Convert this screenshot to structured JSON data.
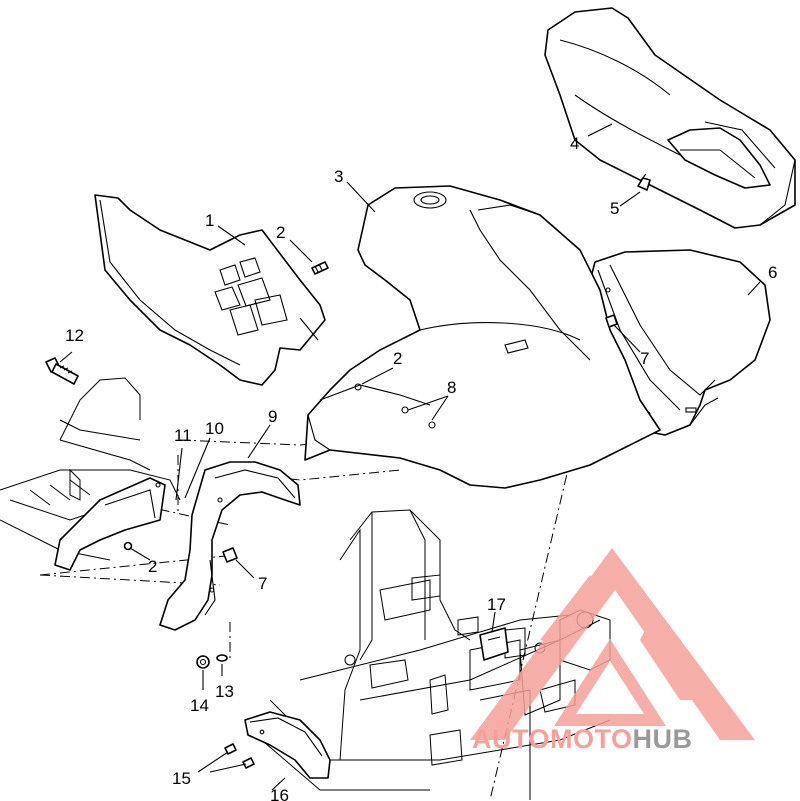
{
  "callouts": {
    "c1": "1",
    "c2a": "2",
    "c2b": "2",
    "c2c": "2",
    "c3": "3",
    "c4": "4",
    "c5": "5",
    "c6": "6",
    "c7a": "7",
    "c7b": "7",
    "c8": "8",
    "c9": "9",
    "c10": "10",
    "c11": "11",
    "c12": "12",
    "c13": "13",
    "c14": "14",
    "c15": "15",
    "c16": "16",
    "c17": "17"
  },
  "watermark": {
    "part1": "AUTO",
    "part2": "MOTO",
    "part3": "HUB",
    "color_accent": "#f5a09a",
    "color_hub": "#9a9a9a"
  }
}
